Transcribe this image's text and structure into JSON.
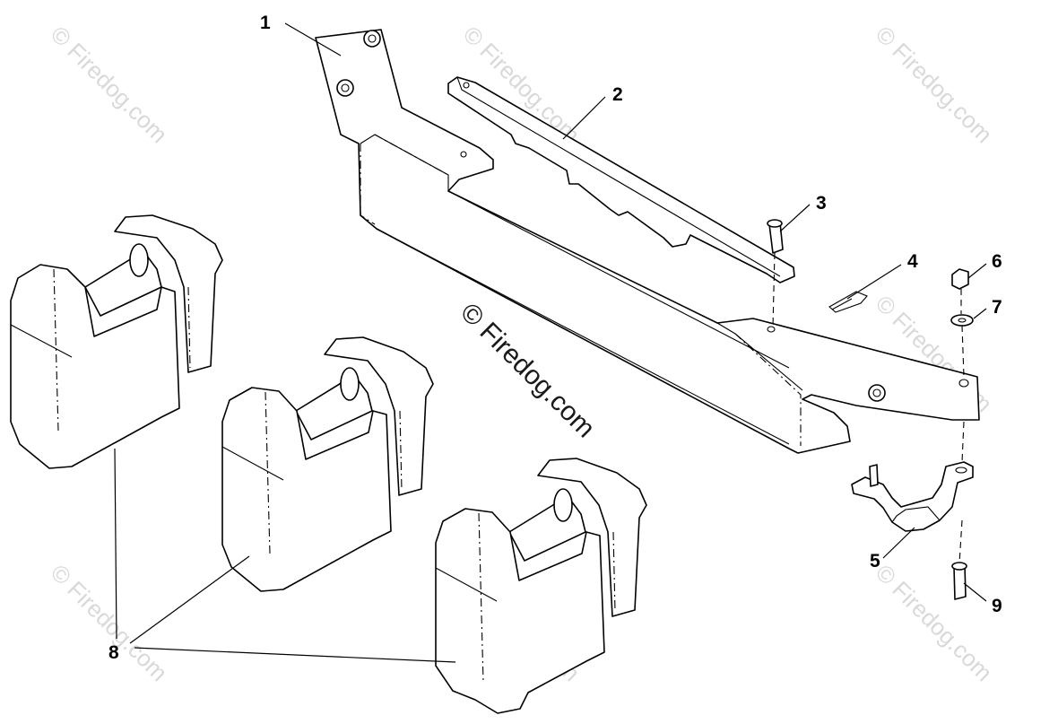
{
  "diagram": {
    "callouts": [
      {
        "id": "1",
        "label": "1"
      },
      {
        "id": "2",
        "label": "2"
      },
      {
        "id": "3",
        "label": "3"
      },
      {
        "id": "4",
        "label": "4"
      },
      {
        "id": "5",
        "label": "5"
      },
      {
        "id": "6",
        "label": "6"
      },
      {
        "id": "7",
        "label": "7"
      },
      {
        "id": "8",
        "label": "8"
      },
      {
        "id": "9",
        "label": "9"
      }
    ],
    "watermark": "© Firedog.com",
    "center_watermark": "© Firedog.com"
  }
}
